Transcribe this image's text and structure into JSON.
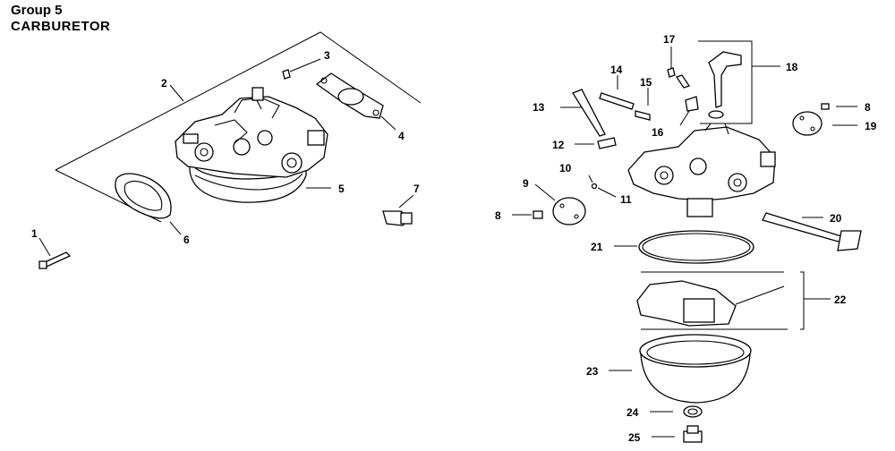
{
  "header": {
    "group": "Group 5",
    "title": "CARBURETOR"
  },
  "callouts": [
    "1",
    "2",
    "3",
    "4",
    "5",
    "6",
    "7",
    "8",
    "9",
    "10",
    "11",
    "12",
    "13",
    "14",
    "15",
    "16",
    "17",
    "18",
    "19",
    "20",
    "21",
    "22",
    "23",
    "24",
    "25"
  ],
  "callout_8b": "8"
}
